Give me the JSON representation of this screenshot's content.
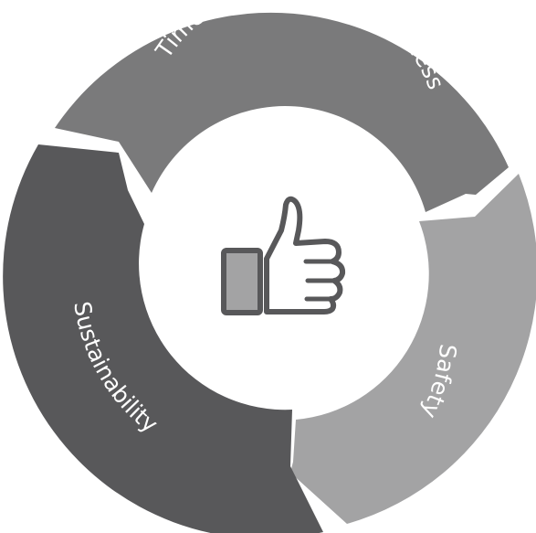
{
  "diagram": {
    "segments": [
      {
        "key": "top",
        "label": "Time- and cost-effectiveness",
        "color": "#7a7a7b"
      },
      {
        "key": "right",
        "label": "Safety",
        "color": "#a3a3a4"
      },
      {
        "key": "left",
        "label": "Sustainability",
        "color": "#58585a"
      }
    ],
    "center_icon": "thumbs-up-icon",
    "colors": {
      "icon_outline": "#58585a",
      "icon_cuff_fill": "#a3a3a4",
      "background": "#ffffff"
    }
  }
}
